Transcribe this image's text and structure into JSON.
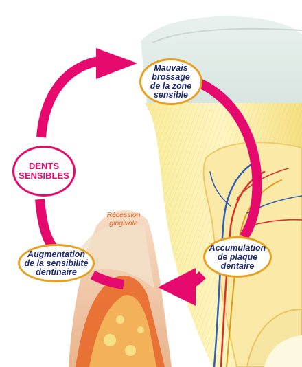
{
  "diagram": {
    "center_label": "DENTS\nSENSIBLES",
    "cycle_steps": [
      {
        "label": "Mauvais\nbrossage\nde la zone\nsensible"
      },
      {
        "label": "Accumulation\nde plaque\ndentaire"
      },
      {
        "label": "Augmentation\nde la sensibilité\ndentinaire"
      }
    ],
    "anatomy_label": "Récession\ngingivale"
  },
  "colors": {
    "cycle_arrow": "#e60a6e",
    "bubble_border": "#e8a020",
    "bubble_text": "#1f2a78",
    "recession_text": "#e0662a"
  }
}
